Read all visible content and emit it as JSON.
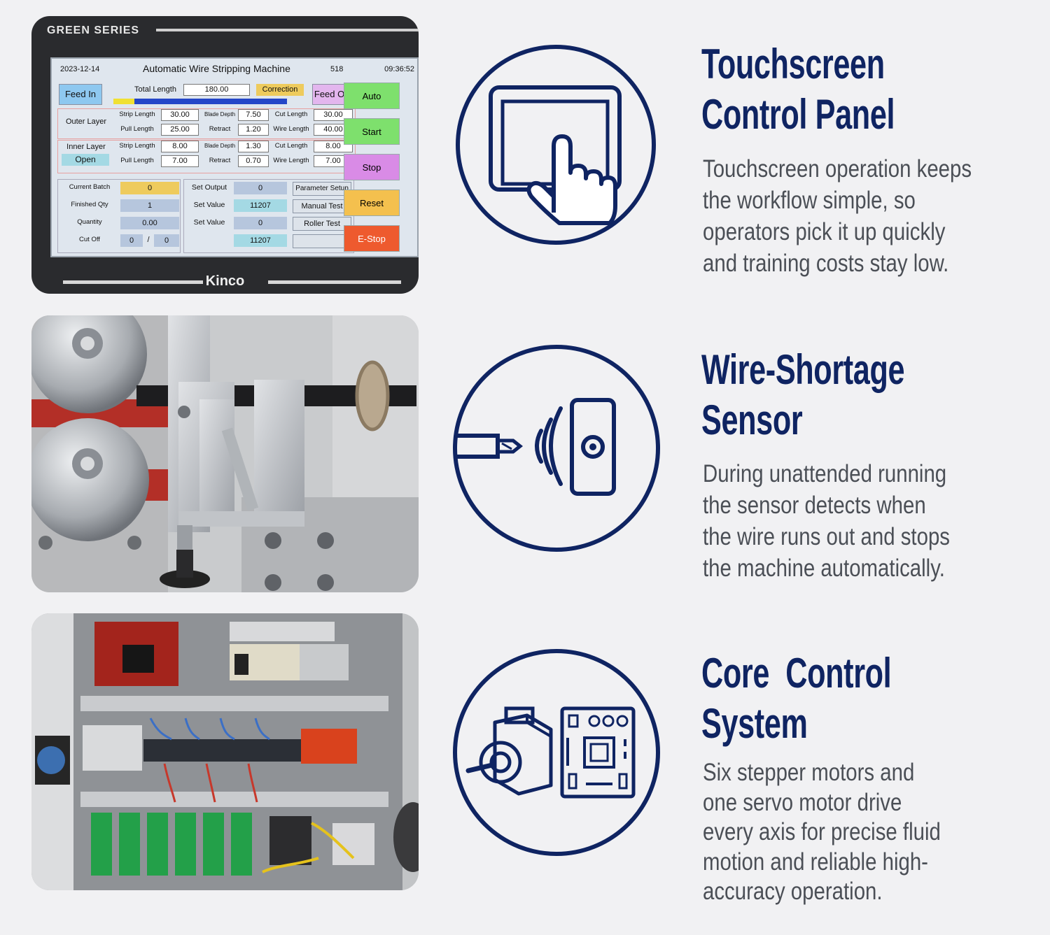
{
  "hmi": {
    "brand": "GREEN  SERIES",
    "maker": "Kinco",
    "date": "2023-12-14",
    "title": "Automatic Wire Stripping Machine",
    "count": "518",
    "time": "09:36:52",
    "feed_in": "Feed In",
    "feed_out": "Feed Out",
    "total_length_label": "Total Length",
    "total_length_value": "180.00",
    "correction": "Correction",
    "side_buttons": [
      "Auto",
      "Start",
      "Stop",
      "Reset",
      "E-Stop"
    ],
    "side_colors": [
      "#7ee06d",
      "#7ee06d",
      "#d98be6",
      "#f4c04e",
      "#ee5a2e"
    ],
    "outer_layer": "Outer Layer",
    "inner_layer": "Inner Layer",
    "open": "Open",
    "outer": {
      "strip_length_label": "Strip Length",
      "strip_length": "30.00",
      "pull_length_label": "Pull Length",
      "pull_length": "25.00",
      "blade_depth_label": "Blade Depth",
      "blade_depth": "7.50",
      "retract_label": "Retract",
      "retract": "1.20",
      "cut_length_label": "Cut Length",
      "cut_length": "30.00",
      "wire_length_label": "Wire Length",
      "wire_length": "40.00"
    },
    "inner": {
      "strip_length_label": "Strip Length",
      "strip_length": "8.00",
      "pull_length_label": "Pull Length",
      "pull_length": "7.00",
      "blade_depth_label": "Blade Depth",
      "blade_depth": "1.30",
      "retract_label": "Retract",
      "retract": "0.70",
      "cut_length_label": "Cut Length",
      "cut_length": "8.00",
      "wire_length_label": "Wire Length",
      "wire_length": "7.00"
    },
    "current_batch_label": "Current Batch",
    "current_batch": "0",
    "finished_qty_label": "Finished Qty",
    "finished_qty": "1",
    "quantity_label": "Quantity",
    "quantity": "0.00",
    "cut_off_label": "Cut Off",
    "cut_off_a": "0",
    "cut_off_sep": "/",
    "cut_off_b": "0",
    "set_output_label": "Set Output",
    "set_output": "0",
    "set_value_label_1": "Set Value",
    "set_value_1": "11207",
    "set_value_label_2": "Set Value",
    "set_value_2": "0",
    "extra_value": "11207",
    "parameter_setup": "Parameter Setup",
    "manual_test": "Manual Test",
    "roller_test": "Roller Test"
  },
  "features": [
    {
      "icon": "touchscreen-hand-icon",
      "title_line1": "Touchscreen",
      "title_line2": "Control Panel",
      "body": [
        "Touchscreen operation keeps",
        "the workflow simple, so",
        "operators pick it up quickly",
        "and training costs stay low."
      ]
    },
    {
      "icon": "wire-sensor-icon",
      "title_line1": "Wire-Shortage",
      "title_line2": "Sensor",
      "body": [
        "During unattended running",
        "the sensor detects when",
        "the wire runs out and stops",
        "the machine automatically."
      ]
    },
    {
      "icon": "motor-circuit-board-icon",
      "title_line1": "Core  Control",
      "title_line2": "System",
      "body": [
        "Six stepper motors and",
        "one servo motor drive",
        "every axis for precise fluid",
        "motion and reliable high-",
        "accuracy operation."
      ]
    }
  ],
  "colors": {
    "navy": "#0f2462",
    "body_text": "#4b4f56",
    "background": "#f1f1f3"
  }
}
